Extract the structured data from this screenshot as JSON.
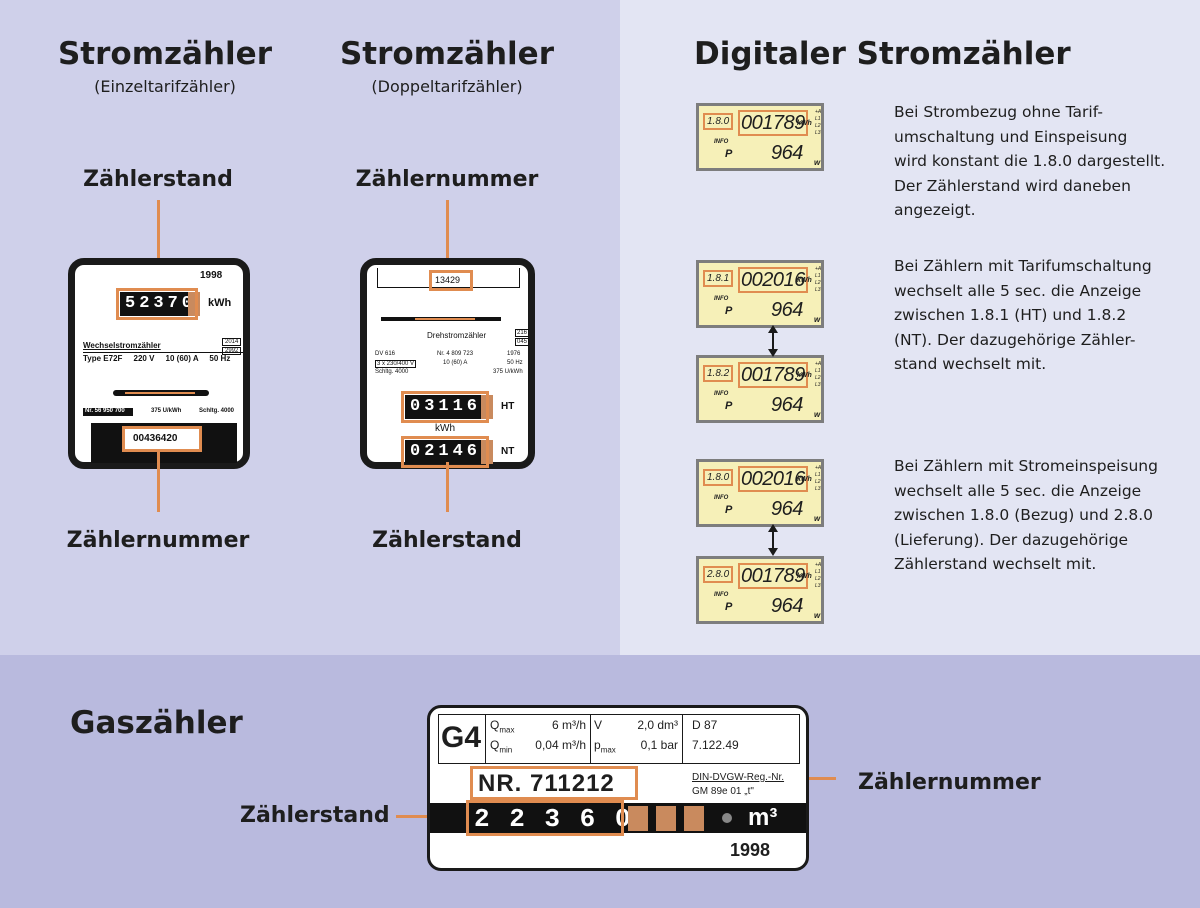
{
  "colors": {
    "accent": "#e08c50",
    "left_bg": "#cfd0ea",
    "right_bg": "#e3e5f3",
    "bottom_bg": "#b9bade",
    "lcd_bg": "#f6f0b8"
  },
  "einzel": {
    "title": "Stromzähler",
    "subtitle": "(Einzeltarifzähler)",
    "top_label": "Zählerstand",
    "bottom_label": "Zählernummer",
    "meter": {
      "year": "1998",
      "reading": "52370",
      "unit": "kWh",
      "type_name": "Wechselstromzähler",
      "type_row": "Type E72F     220 V     10 (60) A     50 Hz",
      "cert": "2014",
      "cert2": "2992",
      "nr_row_left": "Nr. 56 950 700",
      "nr_row_mid": "375 U/kWh",
      "nr_row_right": "Schltg. 4000",
      "serial": "00436420"
    }
  },
  "doppel": {
    "title": "Stromzähler",
    "subtitle": "(Doppeltarifzähler)",
    "top_label": "Zählernummer",
    "bottom_label": "Zählerstand",
    "meter": {
      "serial": "13429",
      "type_name": "Drehstromzähler",
      "row1_left": "DV 616",
      "row1_mid": "Nr. 4 809 723",
      "row1_right": "1976",
      "row2_left": "3 x 230/400 V",
      "row2_mid": "10 (60) A",
      "row2_right": "50 Hz",
      "row3_left": "Schltg. 4000",
      "row3_right": "375 U/kWh",
      "badge1": "216",
      "badge2": "045",
      "ht_reading": "031161",
      "ht_label": "HT",
      "unit": "kWh",
      "nt_reading": "021467",
      "nt_label": "NT"
    }
  },
  "digital": {
    "title": "Digitaler Stromzähler",
    "lcd_unit": "kWh",
    "lcd_phases": [
      "+A",
      "L1",
      "L2",
      "L3"
    ],
    "lcd_info": "INFO",
    "lcd_p": "P",
    "lcd_power": "964",
    "lcd_w": "w",
    "displays": [
      {
        "code": "1.8.0",
        "value": "001789"
      },
      {
        "code": "1.8.1",
        "value": "002016"
      },
      {
        "code": "1.8.2",
        "value": "001789"
      },
      {
        "code": "1.8.0",
        "value": "002016"
      },
      {
        "code": "2.8.0",
        "value": "001789"
      }
    ],
    "paragraphs": [
      [
        "Bei Strombezug ohne Tarif-",
        "umschaltung und Einspeisung",
        "wird konstant die 1.8.0 dargestellt.",
        "Der Zählerstand wird daneben",
        "angezeigt."
      ],
      [
        "Bei Zählern mit Tarifumschaltung",
        "wechselt alle 5 sec. die Anzeige",
        "zwischen 1.8.1 (HT) und 1.8.2",
        "(NT). Der dazugehörige Zähler-",
        "stand wechselt mit."
      ],
      [
        "Bei Zählern mit Stromeinspeisung",
        "wechselt alle 5 sec. die Anzeige",
        "zwischen 1.8.0 (Bezug) und 2.8.0",
        "(Lieferung). Der dazugehörige",
        "Zählerstand wechselt mit."
      ]
    ]
  },
  "gas": {
    "title": "Gaszähler",
    "left_label": "Zählerstand",
    "right_label": "Zählernummer",
    "plate": {
      "size": "G4",
      "qmax_label": "Q",
      "qmax_sub": "max",
      "qmax_value": "6 m³/h",
      "qmin_label": "Q",
      "qmin_sub": "min",
      "qmin_value": "0,04 m³/h",
      "v_label": "V",
      "v_value": "2,0 dm³",
      "p_label": "p",
      "p_sub": "max",
      "p_value": "0,1 bar",
      "mark1": "D 87",
      "mark2": "7.122.49",
      "nr": "NR. 711212",
      "din1": "DIN-DVGW-Reg.-Nr.",
      "din2": "GM 89e 01 „t\"",
      "reading": "2 2 3 6 0",
      "unit": "m³",
      "year": "1998"
    }
  }
}
